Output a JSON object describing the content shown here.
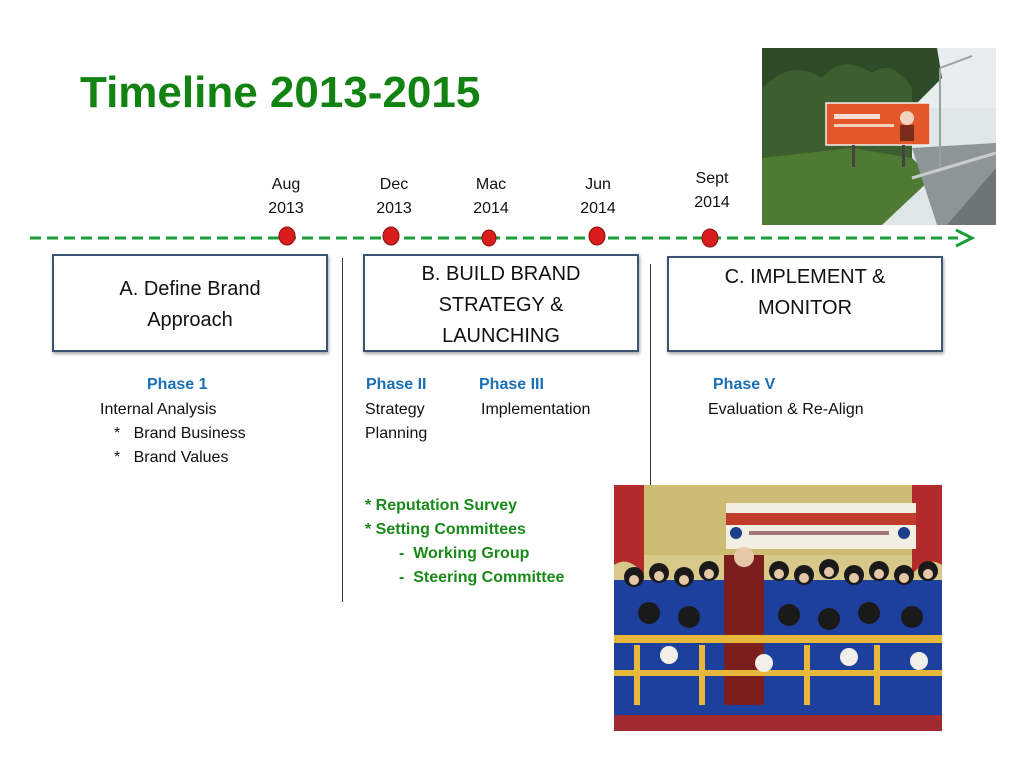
{
  "title": "Timeline 2013-2015",
  "colors": {
    "title": "#128312",
    "timeline": "#1a9e3a",
    "marker": "#d91c1c",
    "phase": "#1a6fb5",
    "committee": "#1a8a1a"
  },
  "timeline": {
    "dates": [
      {
        "month": "Aug",
        "year": "2013"
      },
      {
        "month": "Dec",
        "year": "2013"
      },
      {
        "month": "Mac",
        "year": "2014"
      },
      {
        "month": "Jun",
        "year": "2014"
      },
      {
        "month": "Sept",
        "year": "2014"
      }
    ]
  },
  "boxes": {
    "a": {
      "line1": "A.  Define Brand",
      "line2": "Approach"
    },
    "b": {
      "line1": "B.  BUILD BRAND",
      "line2": "STRATEGY &",
      "line3": "LAUNCHING"
    },
    "c": {
      "line1": "C.  IMPLEMENT &",
      "line2": "MONITOR"
    }
  },
  "phases": {
    "p1": {
      "head": "Phase 1",
      "line1": "Internal Analysis",
      "line2": "*   Brand Business",
      "line3": "*   Brand Values"
    },
    "p2": {
      "head": "Phase II",
      "line1": "Strategy",
      "line2": "Planning"
    },
    "p3": {
      "head": "Phase III",
      "line1": "Implementation"
    },
    "p5": {
      "head": "Phase V",
      "line1": "Evaluation & Re-Align"
    }
  },
  "committees": {
    "line1": "* Reputation Survey",
    "line2": "* Setting Committees",
    "line3": "-  Working Group",
    "line4": "-  Steering Committee"
  },
  "images": {
    "billboard": "billboard-photo",
    "graduation": "graduation-photo"
  }
}
